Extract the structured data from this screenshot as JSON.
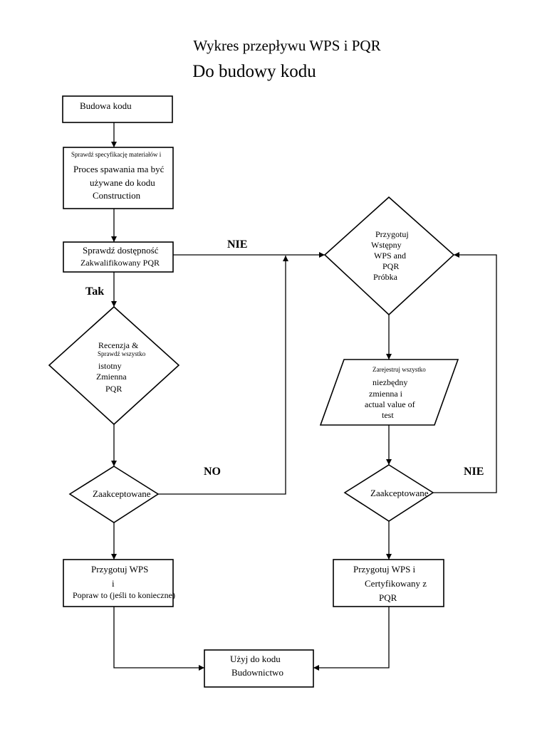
{
  "title": "Wykres przepływu WPS i PQR",
  "subtitle": "Do budowy kodu",
  "nodes": {
    "budowa_kodu": "Budowa kodu",
    "sprawdz_spec": {
      "line1": "Sprawdź specyfikację materiałów i",
      "line2": "Proces spawania ma być",
      "line3": "używane do kodu",
      "line4": "Construction"
    },
    "sprawdz_dostepnosc": {
      "line1": "Sprawdź dostępność",
      "line2": "Zakwalifikowany PQR"
    },
    "recenzja": {
      "line1": "Recenzja &",
      "line2": "Sprawdź wszystko",
      "line3": "istotny",
      "line4": "Zmienna",
      "line5": "PQR"
    },
    "zaakceptowane_left": "Zaakceptowane",
    "przygotuj_wps": {
      "line1": "Przygotuj WPS",
      "line2": "i",
      "line3": "Popraw to (jeśli to konieczne)"
    },
    "przygotuj_wstepny": {
      "line1": "Przygotuj",
      "line2": "Wstępny",
      "line3": "WPS and",
      "line4": "PQR",
      "line5": "Próbka"
    },
    "zarejestruj": {
      "line1": "Zarejestruj wszystko",
      "line2": "niezbędny",
      "line3": "zmienna i",
      "line4": "actual value of",
      "line5": "test"
    },
    "zaakceptowane_right": "Zaakceptowane",
    "przygotuj_cert": {
      "line1": "Przygotuj WPS i",
      "line2": "Certyfikowany z",
      "line3": "PQR"
    },
    "uzyj": {
      "line1": "Użyj do kodu",
      "line2": "Budownictwo"
    }
  },
  "edge_labels": {
    "nie_top": "NIE",
    "tak": "Tak",
    "no": "NO",
    "nie_right": "NIE"
  }
}
